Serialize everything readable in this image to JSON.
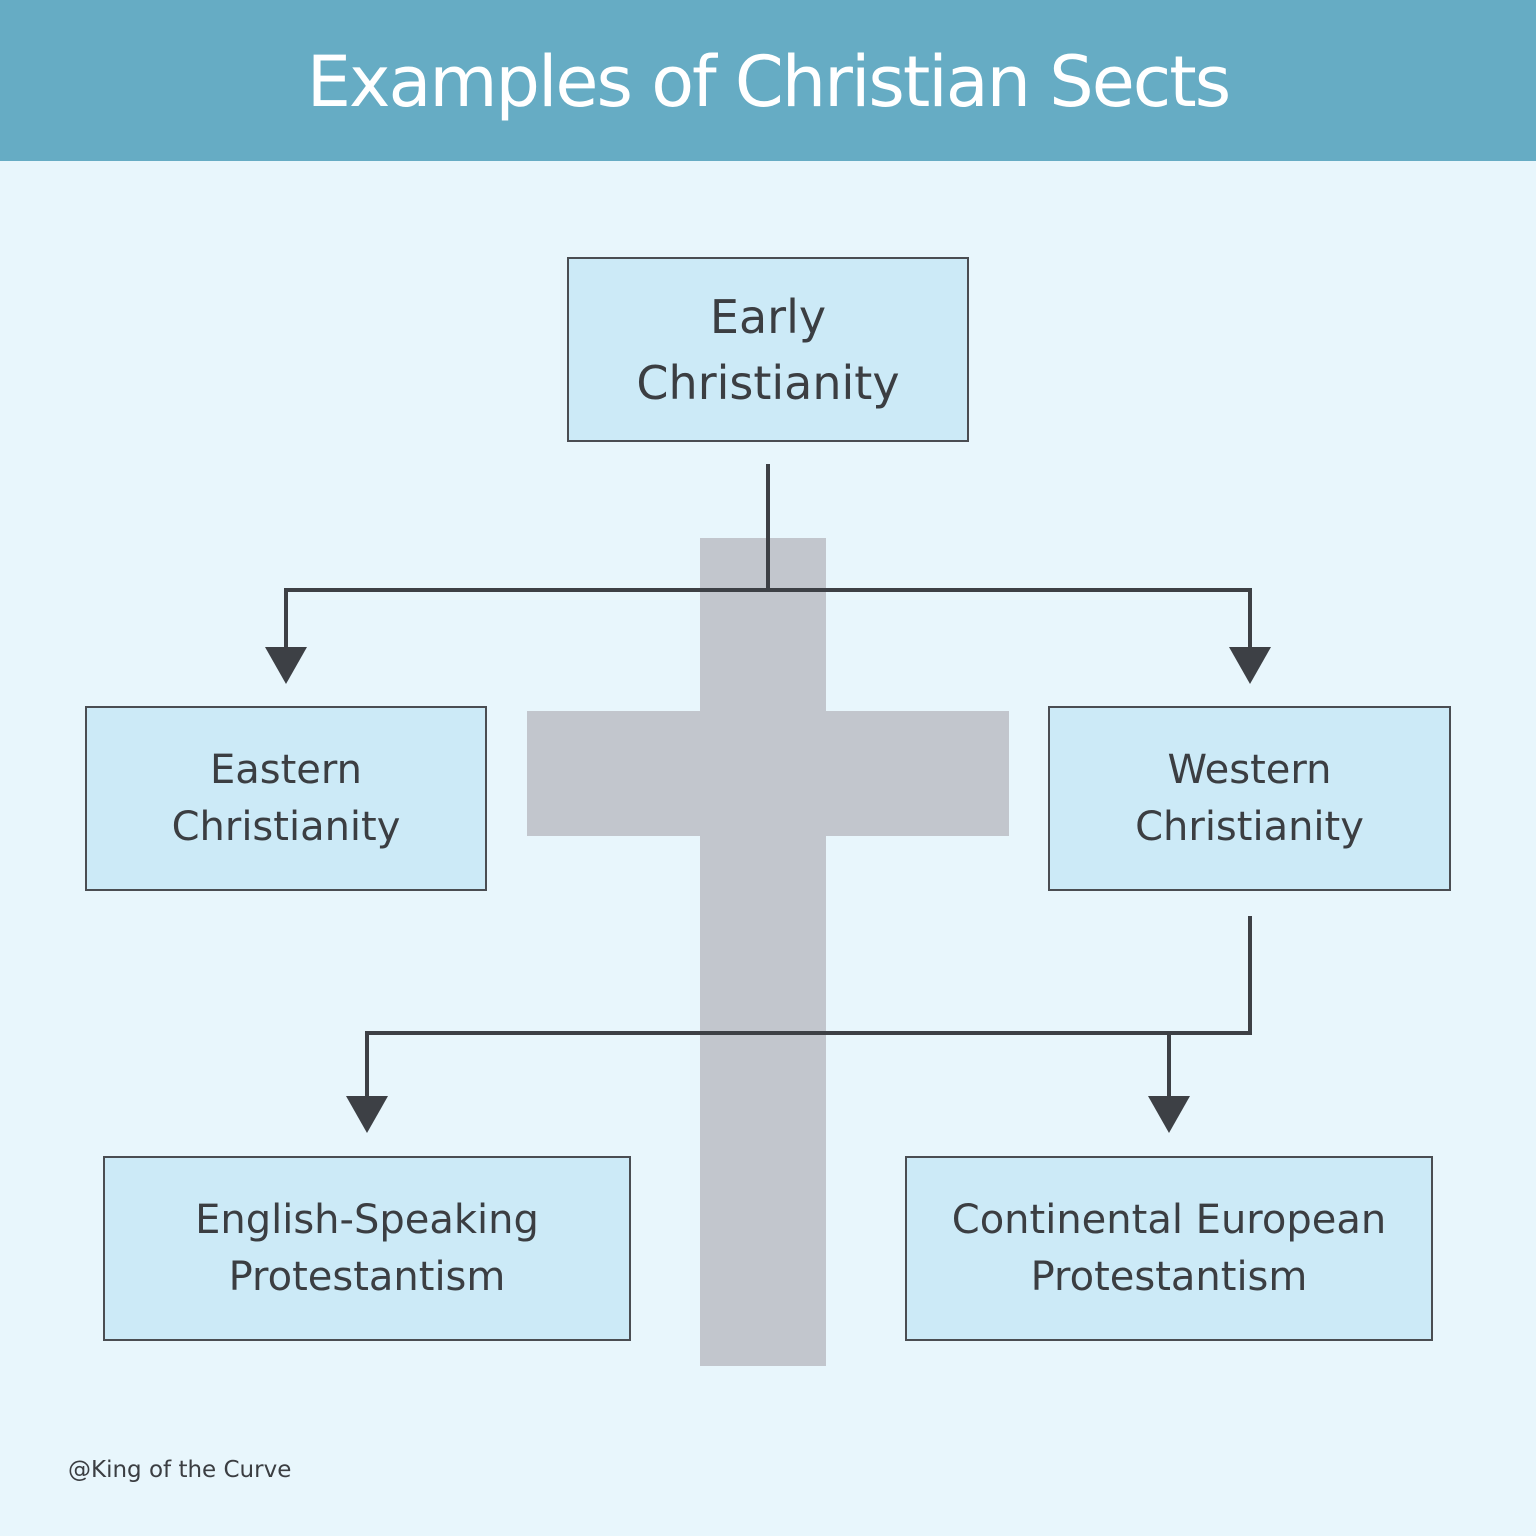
{
  "header": {
    "title": "Examples of Christian Sects"
  },
  "diagram": {
    "nodes": {
      "early": {
        "line1": "Early",
        "line2": "Christianity"
      },
      "eastern": {
        "line1": "Eastern",
        "line2": "Christianity"
      },
      "western": {
        "line1": "Western",
        "line2": "Christianity"
      },
      "english": {
        "line1": "English-Speaking",
        "line2": "Protestantism"
      },
      "continental": {
        "line1": "Continental European",
        "line2": "Protestantism"
      }
    },
    "edges": [
      {
        "from": "early",
        "to": "eastern"
      },
      {
        "from": "early",
        "to": "western"
      },
      {
        "from": "western",
        "to": "english"
      },
      {
        "from": "western",
        "to": "continental"
      }
    ]
  },
  "footer": {
    "credit": "@King of the Curve"
  },
  "colors": {
    "header_bg": "#66acc4",
    "page_bg": "#e8f6fc",
    "node_fill": "#cceaf7",
    "node_border": "#4a4d52",
    "connector": "#3d4045",
    "cross": "#c2c6cd",
    "text": "#3b3e42"
  },
  "icons": {
    "background_symbol": "latin-cross-icon"
  }
}
